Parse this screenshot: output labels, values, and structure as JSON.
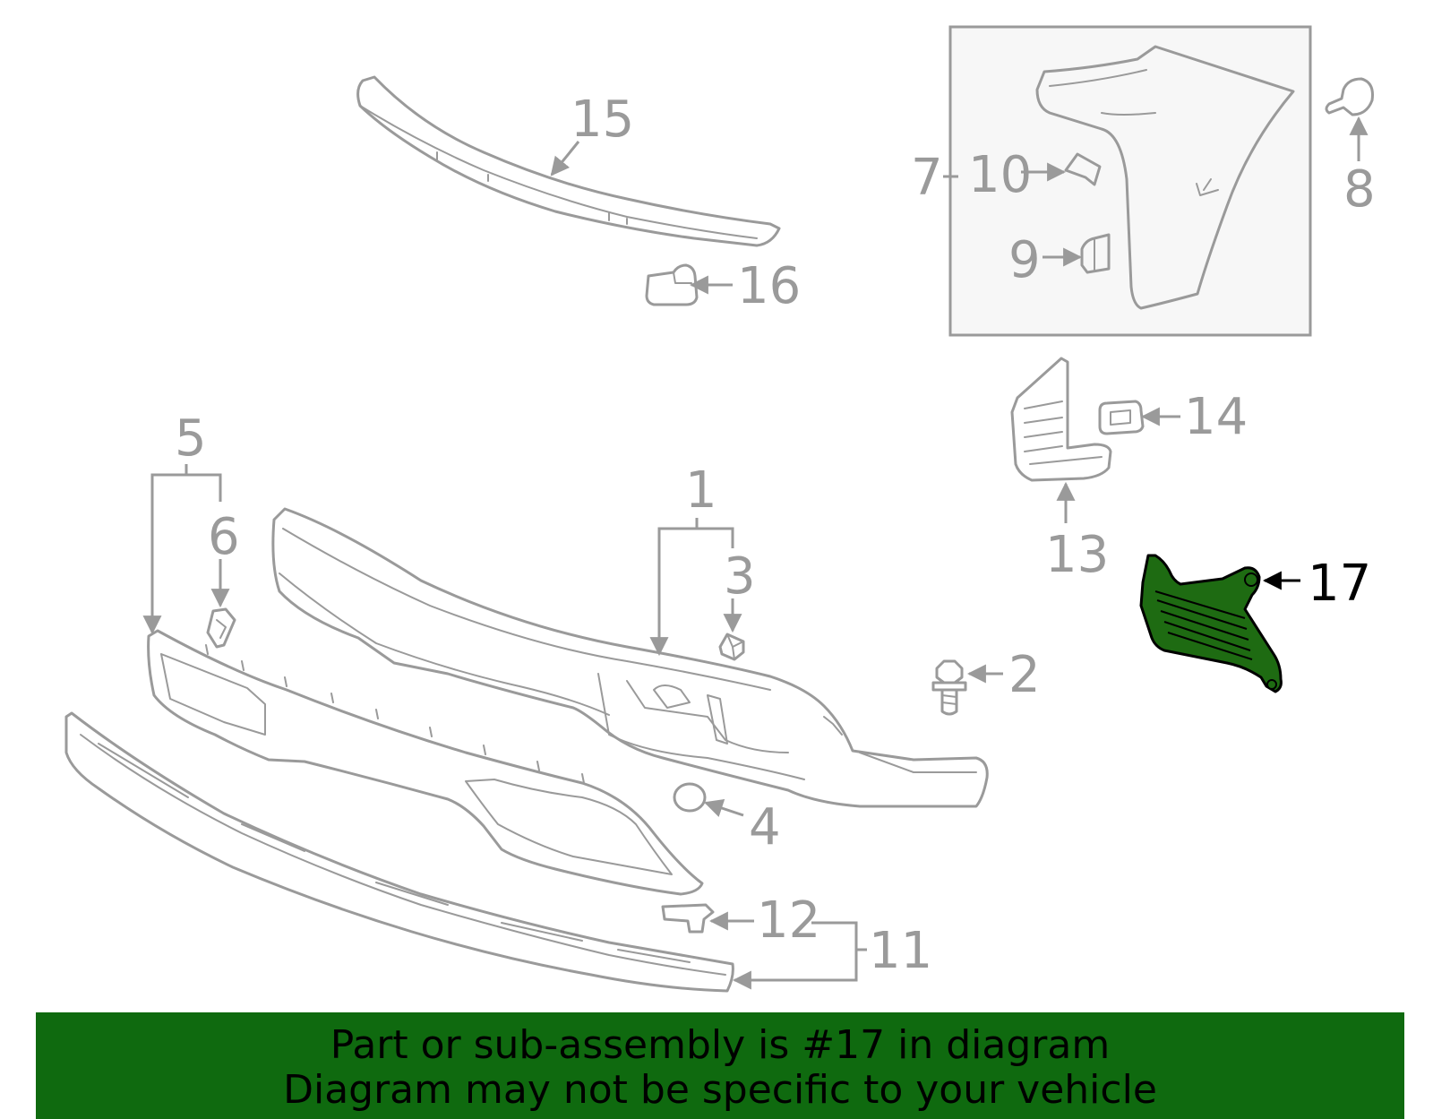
{
  "callouts": {
    "c1": "1",
    "c2": "2",
    "c3": "3",
    "c4": "4",
    "c5": "5",
    "c6": "6",
    "c7": "7",
    "c8": "8",
    "c9": "9",
    "c10": "10",
    "c11": "11",
    "c12": "12",
    "c13": "13",
    "c14": "14",
    "c15": "15",
    "c16": "16",
    "c17": "17"
  },
  "highlight": {
    "part_number": "17",
    "fill_color": "#1e6b12",
    "stroke_color": "#000000"
  },
  "banner": {
    "line1": "Part or sub-assembly is #17 in diagram",
    "line2": "Diagram may not be specific to your vehicle",
    "background_color": "#0f6a0f"
  },
  "colors": {
    "line_art": "#9a9a9a"
  }
}
